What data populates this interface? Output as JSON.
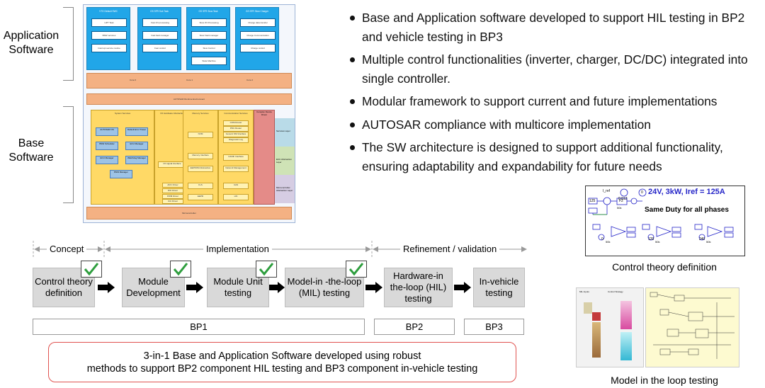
{
  "labels": {
    "application_software": "Application Software",
    "base_software": "Base Software"
  },
  "arch_diagram": {
    "app_boxes": [
      {
        "title": "VTG Default SWC",
        "items": [
          "HPT Task",
          "BSW services",
          "Interrupt service routine"
        ]
      },
      {
        "title": "GS SFR Sub Task",
        "items": [
          "Fast I/O processing",
          "Fast fault manager",
          "Fast control"
        ]
      },
      {
        "title": "GS SFR Slow Task",
        "items": [
          "Slow I/O Processing",
          "Slow Fault manager",
          "Slow Control",
          "State Machine"
        ]
      },
      {
        "title": "GS SFR Slow Charger",
        "items": [
          "Charge data transfer",
          "Charge Communication",
          "Charge control"
        ]
      }
    ],
    "rte_cores": [
      "Core 0",
      "Core 1",
      "Core 2"
    ],
    "rte_label": "AUTOSAR Runtime Environment",
    "services": [
      {
        "title": "System Services",
        "items": [
          "AUTOSAR OS",
          "Default Error Tracer",
          "BSW Scheduler",
          "ECU Manager",
          "ECU Manager",
          "Watchdog Manager",
          "BSW Manager"
        ]
      },
      {
        "title": "I/O Hardware Abstraction",
        "items": [
          "I/O signal interface",
          "ADC Driver",
          "DIO Driver",
          "PWM Driver",
          "ICU Driver"
        ]
      },
      {
        "title": "Memory Services",
        "items": [
          "NVM",
          "Memory Interface",
          "EEPROM Abstraction",
          "FLS",
          "EEPR"
        ]
      },
      {
        "title": "Communication Services",
        "items": [
          "COM Router",
          "PDU Router",
          "Generic NM Interface",
          "Diagnostic Log",
          "CANIF Interface",
          "Network Management",
          "CAN",
          "LIN"
        ]
      }
    ],
    "complex_driver": "Complex Device Driver",
    "layers": [
      "Services Layer",
      "ECU Abstraction Layer",
      "Microcontroller Abstraction Layer"
    ],
    "mcu": "Microcontroller"
  },
  "bullets": [
    "Base and Application software developed to support HIL testing in BP2 and vehicle testing in BP3",
    "Multiple control functionalities (inverter, charger, DC/DC) integrated into single controller.",
    "Modular framework to support current and future implementations",
    "AUTOSAR compliance with multicore implementation",
    "The SW architecture is designed to support additional functionality, ensuring adaptability and expandability for future needs"
  ],
  "phases": [
    "Concept",
    "Implementation",
    "Refinement / validation"
  ],
  "steps": [
    {
      "label": "Control theory definition",
      "checked": true
    },
    {
      "label": "Module Development",
      "checked": true
    },
    {
      "label": "Module Unit testing",
      "checked": true
    },
    {
      "label": "Model-in -the-loop (MIL) testing",
      "checked": true
    },
    {
      "label": "Hardware-in the-loop (HIL) testing",
      "checked": false
    },
    {
      "label": "In-vehicle testing",
      "checked": false
    }
  ],
  "budget_periods": [
    "BP1",
    "BP2",
    "BP3"
  ],
  "summary": {
    "line1": "3-in-1 Base and Application Software developed using robust",
    "line2": "methods to support BP2 component HIL testing and BP3 component in-vehicle testing"
  },
  "control_theory": {
    "header": "24V, 3kW, Iref = 125A",
    "subheader": "Same Duty for all phases",
    "values": [
      "I_ref",
      "0.012",
      "0",
      "125",
      "F2",
      "50k",
      "50k",
      "50k",
      "50k"
    ],
    "phase_refs": [
      "0",
      "120",
      "240"
    ],
    "caption": "Control theory definition"
  },
  "mil": {
    "caption": "Model in the loop testing",
    "left_panel_title": "MIL Inputs",
    "right_panel_title": "Control Strategy"
  },
  "colors": {
    "app_blue": "#21a6e8",
    "rte_orange": "#f4b183",
    "service_yellow": "#ffd966",
    "complex_red": "#e48b88",
    "check_green": "#2e9e3e",
    "summary_border": "#e0524f",
    "ct_header_blue": "#2525c8"
  }
}
